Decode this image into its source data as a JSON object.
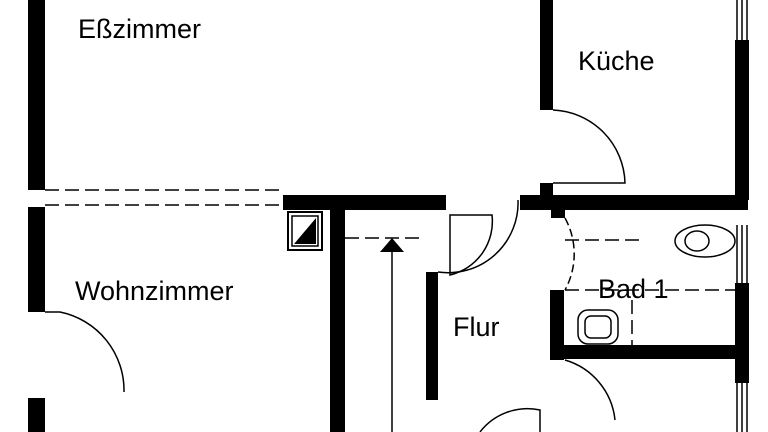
{
  "floorplan": {
    "rooms": [
      {
        "id": "esszimmer",
        "label": "Eßzimmer"
      },
      {
        "id": "kueche",
        "label": "Küche"
      },
      {
        "id": "wohnzimmer",
        "label": "Wohnzimmer"
      },
      {
        "id": "bad",
        "label": "Bad 1"
      },
      {
        "id": "flur",
        "label": "Flur"
      }
    ],
    "colors": {
      "wall": "#000000",
      "background": "#ffffff"
    }
  }
}
